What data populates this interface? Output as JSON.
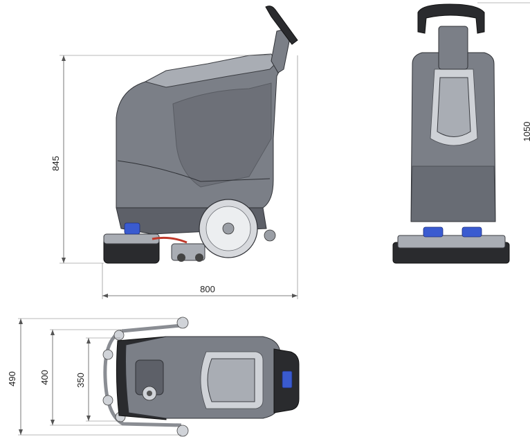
{
  "dimensions": {
    "side_height": "845",
    "side_length": "800",
    "front_height": "1050",
    "top_width_outer": "490",
    "top_width_mid": "400",
    "top_width_inner": "350"
  },
  "colors": {
    "body": "#7b7f87",
    "body_dark": "#5d6068",
    "accent_red": "#c0392b",
    "accent_blue": "#3a5bd0",
    "dimension_line": "#555555"
  }
}
